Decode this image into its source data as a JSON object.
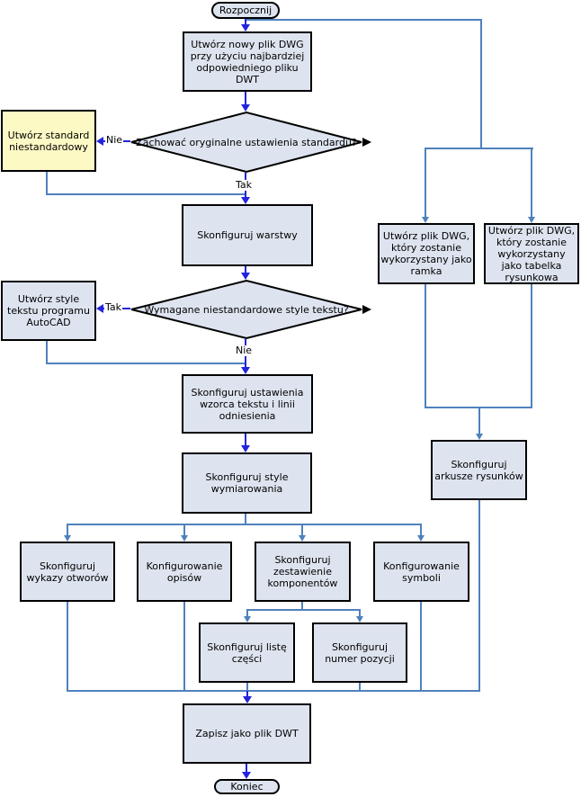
{
  "nodes": {
    "start": {
      "label": "Rozpocznij"
    },
    "create_file": {
      "label": "Utwórz nowy plik DWG przy użyciu najbardziej odpowiedniego pliku DWT"
    },
    "keep_settings": {
      "label": "Zachować oryginalne ustawienia standardu?"
    },
    "custom_standard": {
      "label": "Utwórz standard niestandardowy"
    },
    "layers": {
      "label": "Skonfiguruj warstwy"
    },
    "text_styles_needed": {
      "label": "Wymagane niestandardowe style tekstu?"
    },
    "acad_text_styles": {
      "label": "Utwórz style tekstu programu AutoCAD"
    },
    "text_leader_settings": {
      "label": "Skonfiguruj ustawienia wzorca tekstu i linii odniesienia"
    },
    "dim_styles": {
      "label": "Skonfiguruj style wymiarowania"
    },
    "hole_tables": {
      "label": "Skonfiguruj wykazy otworów"
    },
    "notes": {
      "label": "Konfigurowanie opisów"
    },
    "component_list": {
      "label": "Skonfiguruj zestawienie komponentów"
    },
    "symbols": {
      "label": "Konfigurowanie symboli"
    },
    "parts_list": {
      "label": "Skonfiguruj listę części"
    },
    "item_number": {
      "label": "Skonfiguruj numer pozycji"
    },
    "save_dwt": {
      "label": "Zapisz jako plik DWT"
    },
    "end": {
      "label": "Koniec"
    },
    "frame_dwg": {
      "label": "Utwórz plik DWG, który zostanie wykorzystany jako ramka"
    },
    "title_block_dwg": {
      "label": "Utwórz plik DWG, który zostanie wykorzystany jako tabelka rysunkowa"
    },
    "drawing_sheets": {
      "label": "Skonfiguruj arkusze rysunków"
    }
  },
  "edge_labels": {
    "keep_no": "Nie",
    "keep_yes": "Tak",
    "styles_yes": "Tak",
    "styles_no": "Nie"
  },
  "colors": {
    "process_fill": "#dee4ef",
    "highlight_fill": "#fdf9c5",
    "shape_border": "#000000",
    "branch_connector": "#4f81bd",
    "flow_arrow": "#2323dd"
  }
}
